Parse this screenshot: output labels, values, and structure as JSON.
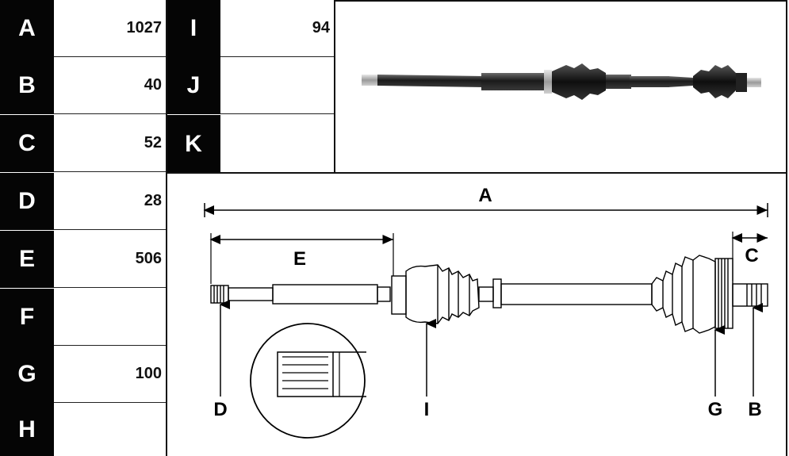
{
  "table": {
    "rows": [
      {
        "key": "A",
        "value": "1027"
      },
      {
        "key": "B",
        "value": "40"
      },
      {
        "key": "C",
        "value": "52"
      },
      {
        "key": "D",
        "value": "28"
      },
      {
        "key": "E",
        "value": "506"
      },
      {
        "key": "F",
        "value": ""
      },
      {
        "key": "G",
        "value": "100"
      },
      {
        "key": "H",
        "value": ""
      }
    ],
    "rows2": [
      {
        "key": "I",
        "value": "94"
      },
      {
        "key": "J",
        "value": ""
      },
      {
        "key": "K",
        "value": ""
      }
    ]
  },
  "diagram": {
    "labels": {
      "A": "A",
      "C": "C",
      "E": "E",
      "D": "D",
      "I": "I",
      "G": "G",
      "B": "B"
    }
  },
  "colors": {
    "key_bg": "#050505",
    "key_fg": "#ffffff",
    "line": "#111111"
  }
}
